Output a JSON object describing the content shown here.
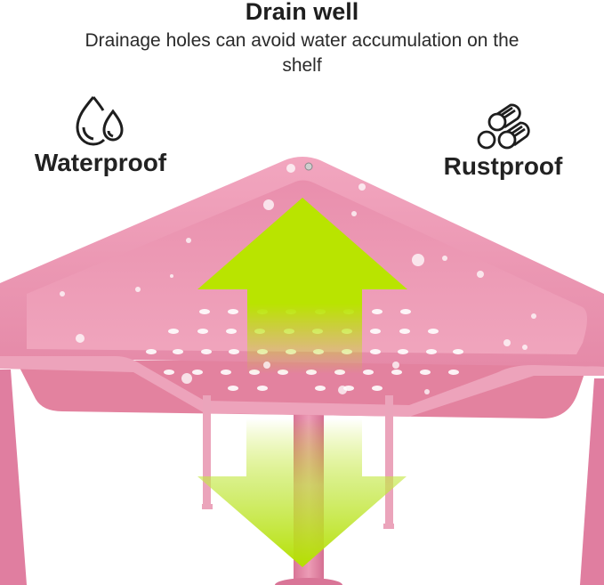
{
  "header": {
    "title": "Drain well",
    "subtitle": "Drainage holes can avoid water accumulation on the shelf"
  },
  "features": [
    {
      "label": "Waterproof",
      "icon": "water-drops-icon"
    },
    {
      "label": "Rustproof",
      "icon": "stacked-pipes-icon"
    }
  ],
  "product": {
    "description": "Pink triangular corner shower shelf with drainage holes and water droplets",
    "color": "#e58aa8",
    "arrow_color": "#b9e400"
  }
}
